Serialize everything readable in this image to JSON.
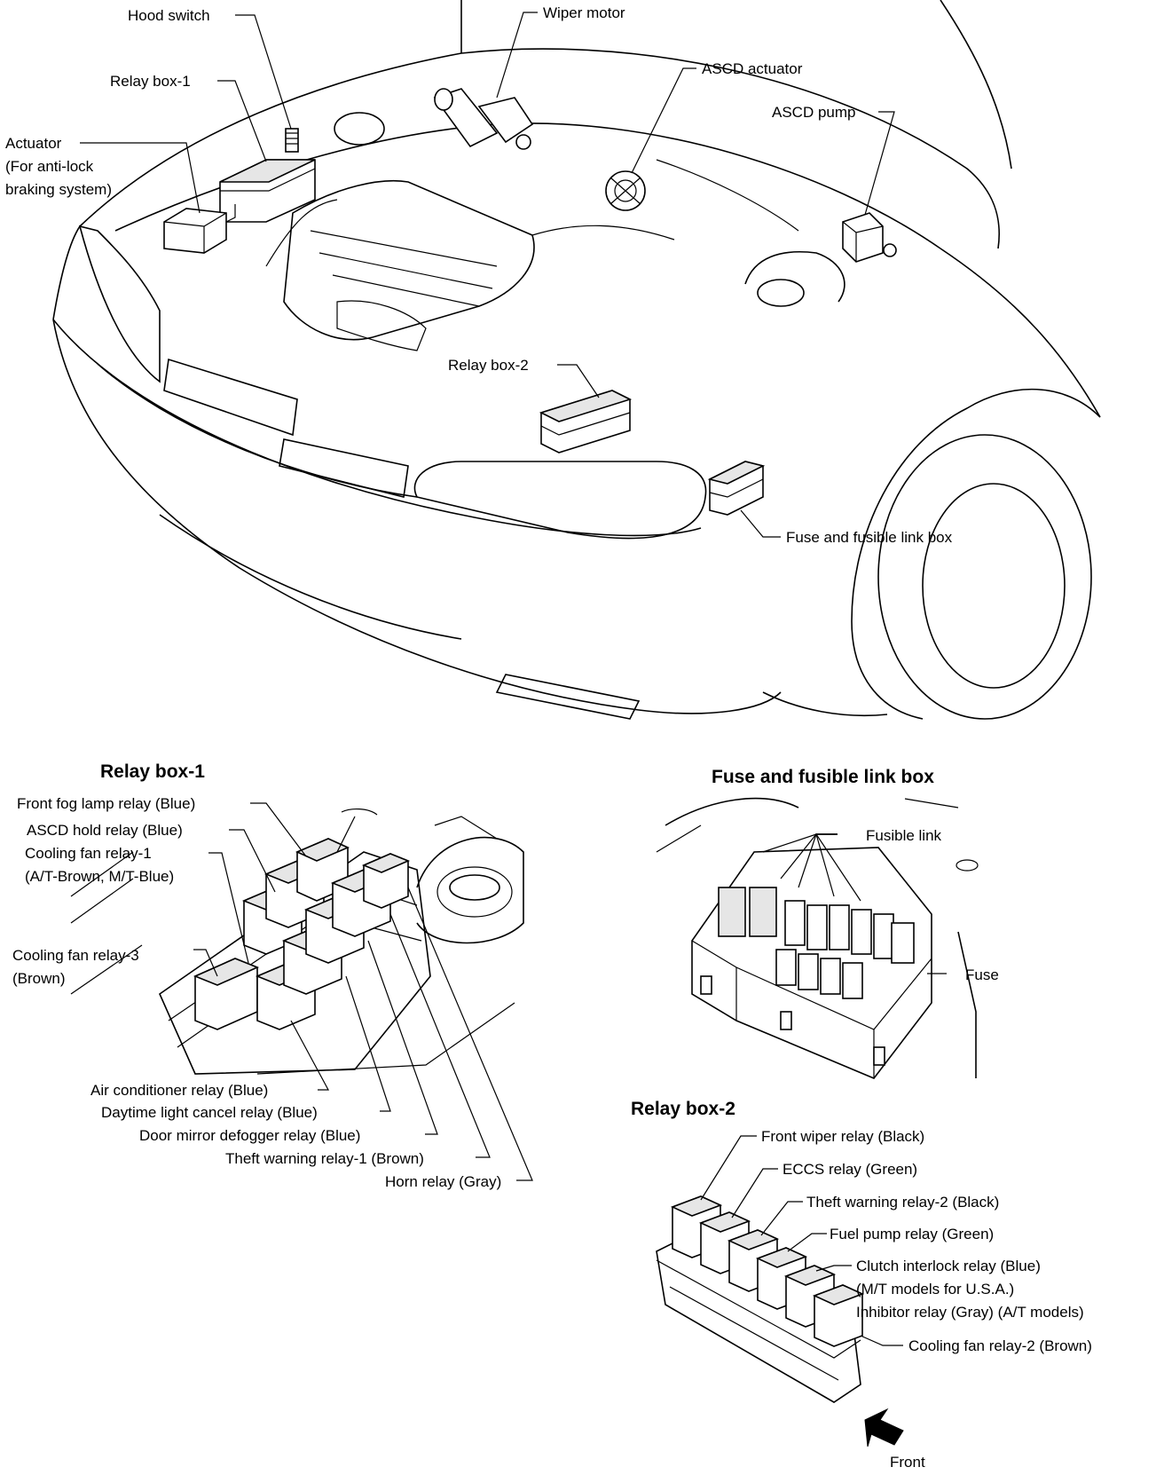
{
  "engine_view": {
    "labels": {
      "hood_switch": "Hood switch",
      "wiper_motor": "Wiper motor",
      "ascd_actuator": "ASCD actuator",
      "relay_box_1": "Relay box-1",
      "ascd_pump": "ASCD pump",
      "actuator_line1": "Actuator",
      "actuator_line2": "(For anti-lock",
      "actuator_line3": "braking system)",
      "relay_box_2": "Relay box-2",
      "fuse_fusible_link_box": "Fuse and fusible link box"
    }
  },
  "relay_box_1": {
    "title": "Relay box-1",
    "labels": {
      "front_fog_lamp_relay": "Front fog lamp relay (Blue)",
      "ascd_hold_relay": "ASCD hold relay (Blue)",
      "cooling_fan_relay_1_line1": "Cooling fan relay-1",
      "cooling_fan_relay_1_line2": "(A/T-Brown, M/T-Blue)",
      "cooling_fan_relay_3_line1": "Cooling fan relay-3",
      "cooling_fan_relay_3_line2": "(Brown)",
      "air_conditioner_relay": "Air conditioner relay (Blue)",
      "daytime_light_cancel_relay": "Daytime light cancel relay (Blue)",
      "door_mirror_defogger_relay": "Door mirror defogger relay (Blue)",
      "theft_warning_relay_1": "Theft warning relay-1 (Brown)",
      "horn_relay": "Horn relay (Gray)"
    }
  },
  "fuse_box": {
    "title": "Fuse and fusible link box",
    "labels": {
      "fusible_link": "Fusible link",
      "fuse": "Fuse"
    }
  },
  "relay_box_2": {
    "title": "Relay box-2",
    "labels": {
      "front_wiper_relay": "Front wiper relay (Black)",
      "eccs_relay": "ECCS relay (Green)",
      "theft_warning_relay_2": "Theft warning relay-2 (Black)",
      "fuel_pump_relay": "Fuel pump relay (Green)",
      "clutch_interlock_line1": "Clutch interlock relay (Blue)",
      "clutch_interlock_line2": "(M/T models for U.S.A.)",
      "inhibitor_relay": "Inhibitor relay (Gray) (A/T models)",
      "cooling_fan_relay_2": "Cooling fan relay-2 (Brown)",
      "front": "Front"
    }
  }
}
